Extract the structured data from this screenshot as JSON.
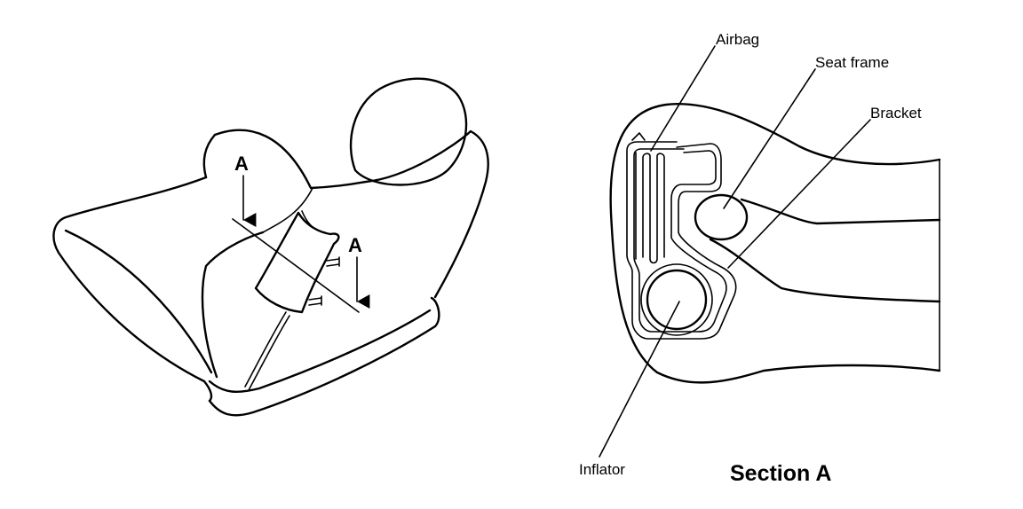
{
  "seat_view": {
    "section_marker_left": "A",
    "section_marker_right": "A"
  },
  "section_view": {
    "title": "Section A",
    "labels": {
      "airbag": "Airbag",
      "seat_frame": "Seat frame",
      "bracket": "Bracket",
      "inflator": "Inflator"
    }
  }
}
